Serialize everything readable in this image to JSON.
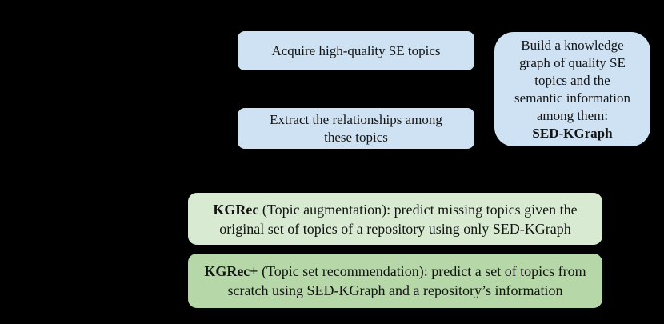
{
  "figure": {
    "background": "#000000",
    "text_color": "#141414",
    "boxes": {
      "acquire": {
        "label": "Acquire high-quality SE topics",
        "fill": "#cfe2f3"
      },
      "extract": {
        "lines": [
          "Extract the relationships among",
          "these topics"
        ],
        "fill": "#cfe2f3"
      },
      "sed_kgraph": {
        "lines": [
          "Build a knowledge",
          "graph of quality SE",
          "topics and the",
          "semantic information",
          "among them:"
        ],
        "emphasis": "SED-KGraph",
        "fill": "#cfe2f3"
      },
      "kgrec": {
        "name": "KGRec",
        "line1_rest": " (Topic augmentation): predict missing topics given the",
        "line2": "original set of topics of a repository using only SED-KGraph",
        "fill": "#d9ead3"
      },
      "kgrec_plus": {
        "name": "KGRec+",
        "line1_rest": " (Topic set recommendation): predict a set of topics from",
        "line2": "scratch using SED-KGraph and a repository’s information",
        "fill": "#b6d7a8"
      }
    }
  }
}
